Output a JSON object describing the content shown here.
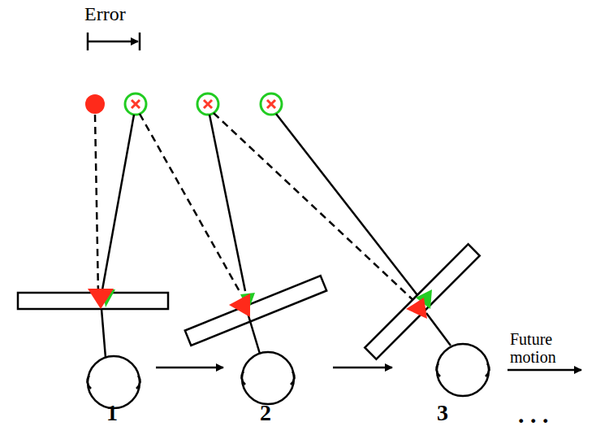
{
  "diagram": {
    "labels": [
      "Error",
      "Future motion",
      "1",
      "2",
      "3",
      ". . ."
    ]
  }
}
